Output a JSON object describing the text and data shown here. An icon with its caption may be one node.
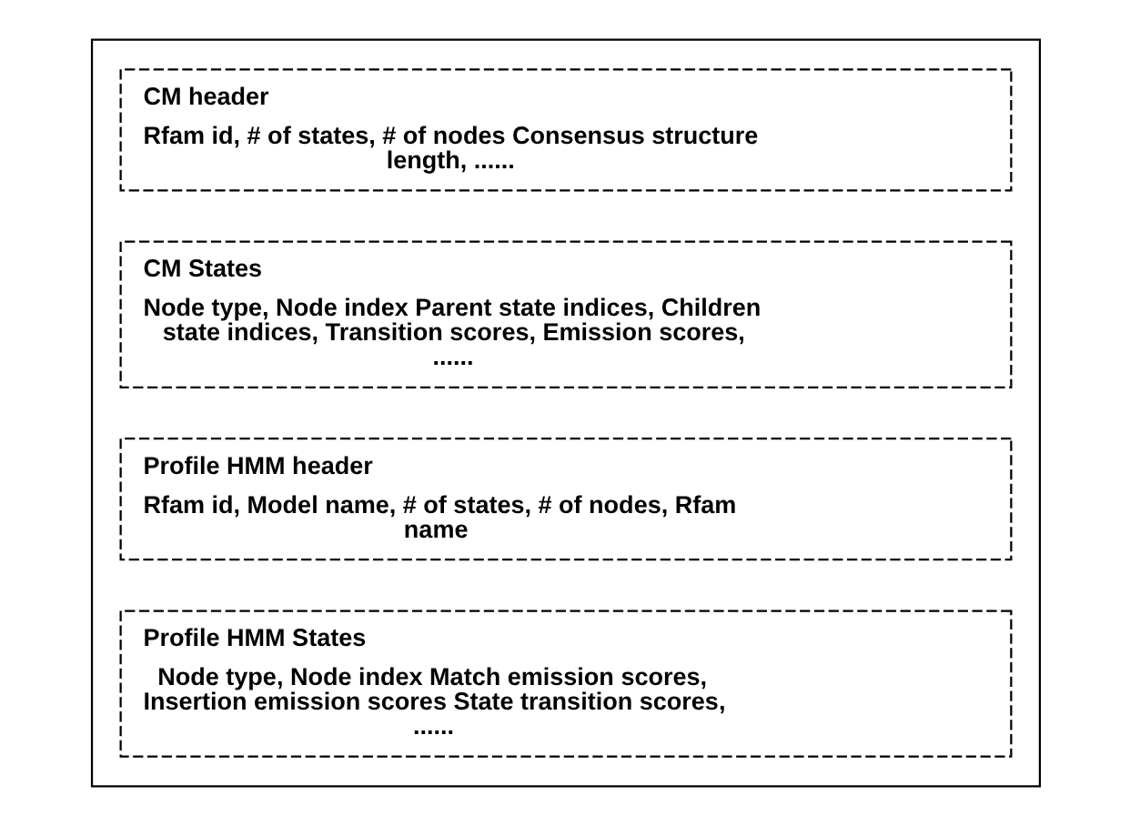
{
  "diagram": {
    "nodes": [
      {
        "text": [],
        "shape": "box"
      },
      {
        "text": [
          "CM header",
          "Rfam id, # of states, # of nodes Consensus structure length, ......"
        ],
        "in": 0
      },
      {
        "text": [
          "CM States",
          "Node type, Node index Parent state indices, Children state indices, Transition scores, Emission scores, ......"
        ],
        "in": 0
      },
      {
        "text": [
          "Profile HMM header",
          "Rfam id, Model name, # of states, # of nodes, Rfam name"
        ],
        "in": 0
      },
      {
        "text": [
          "Profile HMM States",
          "Node type, Node index Match emission scores, Insertion emission scores State transition scores, ......"
        ],
        "in": 0
      }
    ],
    "edges": []
  }
}
